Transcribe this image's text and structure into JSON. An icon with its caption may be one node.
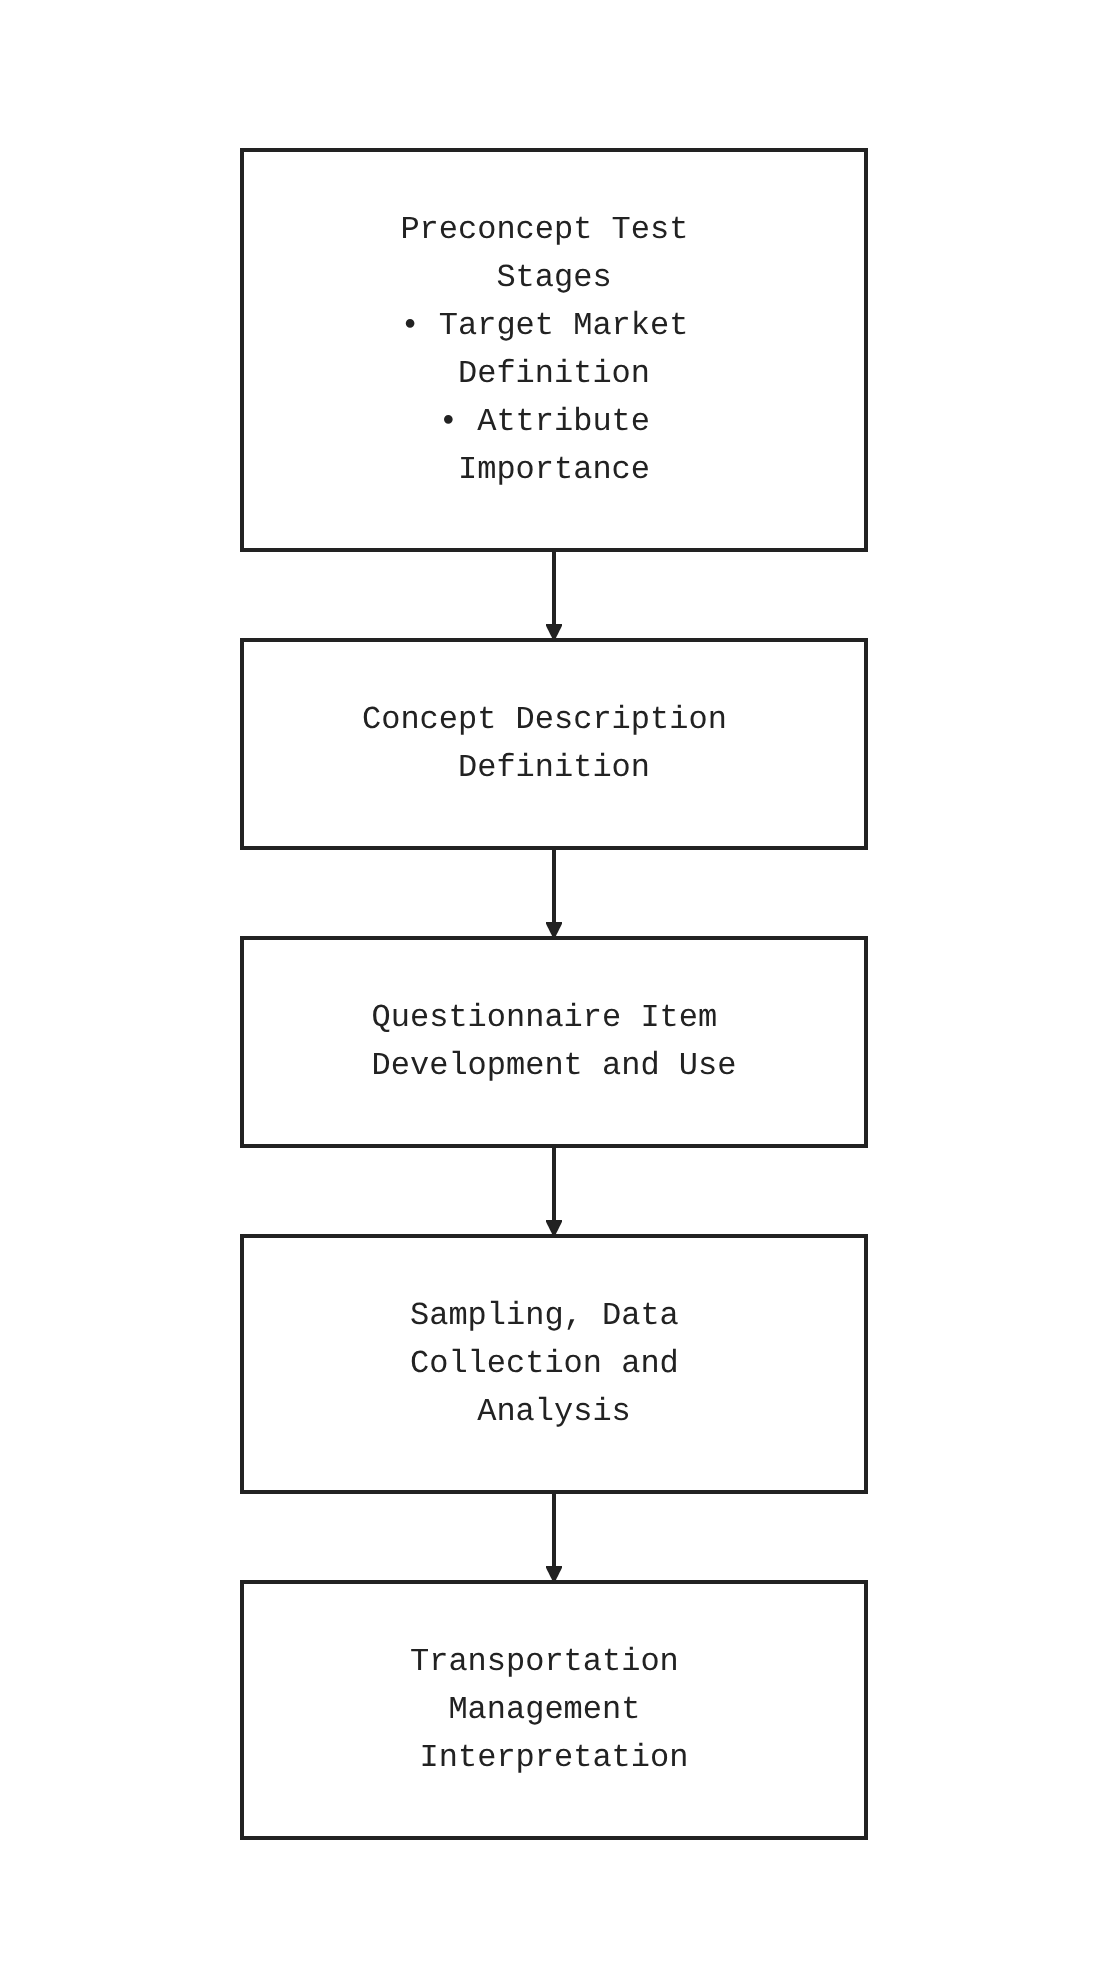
{
  "diagram": {
    "nodes": [
      {
        "text": [
          "Preconcept Test Stages",
          "• Target Market Definition",
          "• Attribute Importance"
        ]
      },
      {
        "text": [
          "Concept Description Definition"
        ]
      },
      {
        "text": [
          "Questionnaire Item Development and Use"
        ]
      },
      {
        "text": [
          "Sampling, Data Collection and Analysis"
        ]
      },
      {
        "text": [
          "Transportation Management Interpretation"
        ]
      }
    ],
    "edges": [
      {
        "from": 0,
        "to": 1,
        "arrow": "to"
      },
      {
        "from": 1,
        "to": 2,
        "arrow": "to"
      },
      {
        "from": 2,
        "to": 3,
        "arrow": "to"
      },
      {
        "from": 3,
        "to": 4,
        "arrow": "to"
      }
    ]
  }
}
